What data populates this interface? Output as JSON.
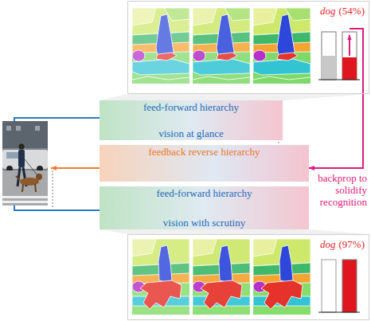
{
  "diagram": {
    "nodes": [
      {
        "text": [
          "dog",
          "(54%)"
        ]
      },
      {
        "text": [
          "feed-forward hierarchy",
          "vision at glance"
        ]
      },
      {
        "text": [
          "feedback reverse hierarchy"
        ]
      },
      {
        "text": [
          "feed-forward hierarchy",
          "vision with scrutiny"
        ]
      },
      {
        "text": [
          "dog",
          "(97%)"
        ]
      }
    ],
    "edges": [
      {
        "from": 0,
        "to": 2,
        "arrow": "to",
        "label": "backprop to solidify recognition"
      }
    ]
  }
}
